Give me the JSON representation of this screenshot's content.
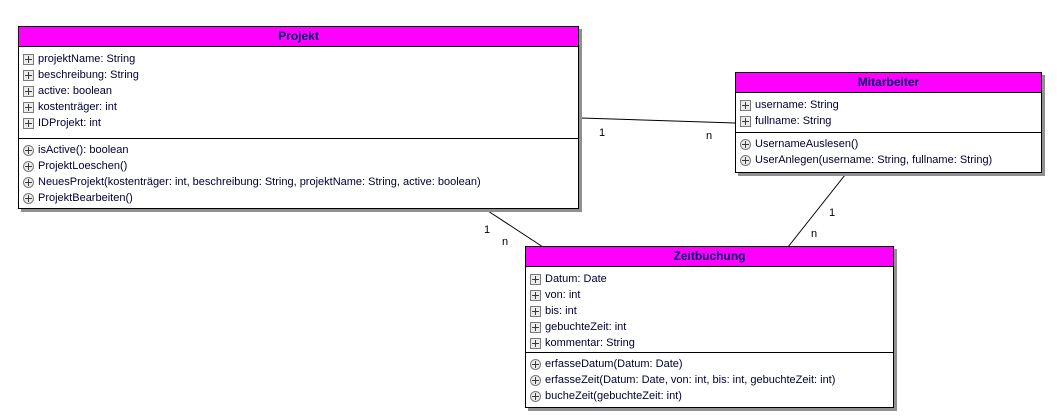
{
  "diagram": {
    "type": "uml-class-diagram",
    "colors": {
      "background": "#ffffff",
      "header_fill": "#ff00ff",
      "header_text": "#000066",
      "body_text": "#000033",
      "border": "#000000",
      "shadow": "#909090",
      "association_line": "#000000",
      "multiplicity_text": "#000000"
    },
    "classes": [
      {
        "title": "Projekt",
        "attributes": [
          "projektName: String",
          "beschreibung: String",
          "active: boolean",
          "kostenträger: int",
          "IDProjekt: int"
        ],
        "methods": [
          "isActive(): boolean",
          "ProjektLoeschen()",
          "NeuesProjekt(kostenträger: int, beschreibung: String, projektName: String, active: boolean)",
          "ProjektBearbeiten()"
        ]
      },
      {
        "title": "Mitarbeiter",
        "attributes": [
          "username: String",
          "fullname: String"
        ],
        "methods": [
          "UsernameAuslesen()",
          "UserAnlegen(username: String, fullname: String)"
        ]
      },
      {
        "title": "Zeitbuchung",
        "attributes": [
          "Datum: Date",
          "von: int",
          "bis: int",
          "gebuchteZeit: int",
          "kommentar: String"
        ],
        "methods": [
          "erfasseDatum(Datum: Date)",
          "erfasseZeit(Datum: Date, von: int, bis: int, gebuchteZeit: int)",
          "bucheZeit(gebuchteZeit: int)"
        ]
      }
    ],
    "associations": [
      {
        "from": "Projekt",
        "to": "Mitarbeiter",
        "from_label": "1",
        "to_label": "n"
      },
      {
        "from": "Projekt",
        "to": "Zeitbuchung",
        "from_label": "1",
        "to_label": "n"
      },
      {
        "from": "Mitarbeiter",
        "to": "Zeitbuchung",
        "from_label": "1",
        "to_label": "n"
      }
    ]
  }
}
